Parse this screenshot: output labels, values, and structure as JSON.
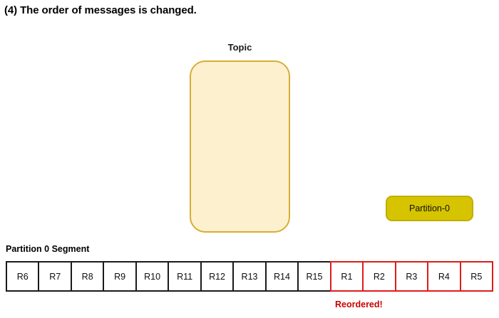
{
  "page": {
    "title": "(4) The order of messages is changed."
  },
  "topic": {
    "label": "Topic",
    "fill_color": "#FDF0CE",
    "border_color": "#D6AE36",
    "partition": {
      "label": "Partition-0",
      "fill_color": "#D6C400",
      "border_color": "#BFAE00"
    }
  },
  "segment": {
    "title": "Partition 0 Segment",
    "normal_border_color": "#1A1A1A",
    "reordered_border_color": "#E01B1B",
    "note": "Reordered!",
    "note_color": "#CC0000",
    "cells": [
      {
        "label": "R6",
        "reordered": false
      },
      {
        "label": "R7",
        "reordered": false
      },
      {
        "label": "R8",
        "reordered": false
      },
      {
        "label": "R9",
        "reordered": false
      },
      {
        "label": "R10",
        "reordered": false
      },
      {
        "label": "R11",
        "reordered": false
      },
      {
        "label": "R12",
        "reordered": false
      },
      {
        "label": "R13",
        "reordered": false
      },
      {
        "label": "R14",
        "reordered": false
      },
      {
        "label": "R15",
        "reordered": false
      },
      {
        "label": "R1",
        "reordered": true
      },
      {
        "label": "R2",
        "reordered": true
      },
      {
        "label": "R3",
        "reordered": true
      },
      {
        "label": "R4",
        "reordered": true
      },
      {
        "label": "R5",
        "reordered": true
      }
    ]
  }
}
